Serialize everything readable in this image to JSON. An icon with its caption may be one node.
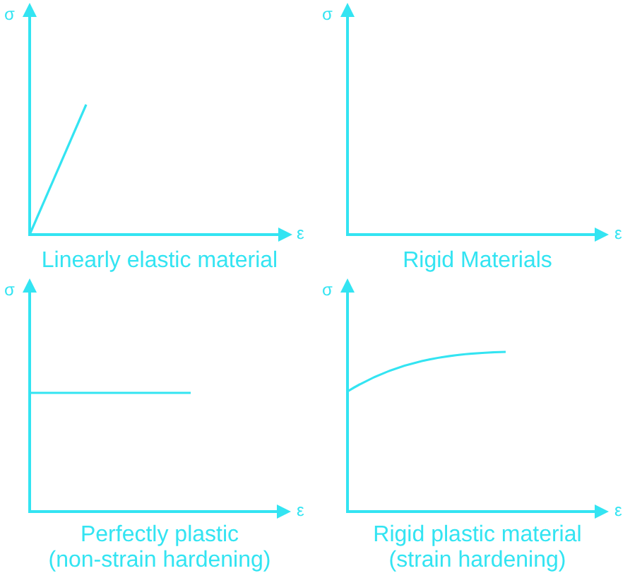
{
  "diagram": {
    "labels": [
      "σ",
      "σ",
      "ε",
      "ε",
      "Linearly elastic material",
      "Rigid Materials",
      "σ",
      "σ",
      "ε",
      "ε",
      "Perfectly plastic (non-strain hardening)",
      "Rigid plastic material (strain hardening)"
    ]
  }
}
